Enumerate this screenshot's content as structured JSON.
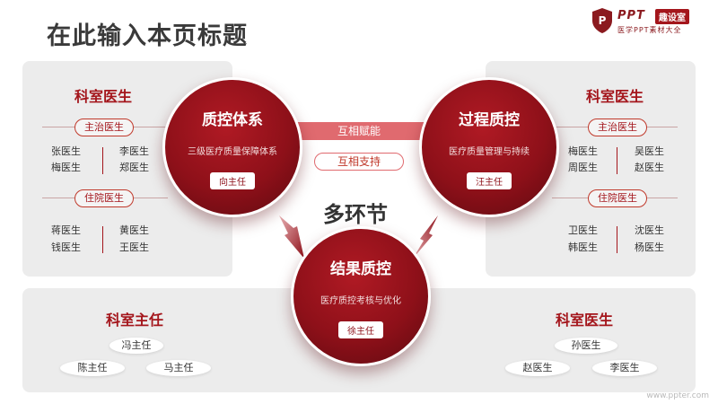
{
  "page_title": "在此输入本页标题",
  "logo": {
    "brand": "PPT",
    "tag": "趣设室",
    "subtitle": "医学PPT素材大全",
    "shield_letter": "P"
  },
  "center_label": "多环节",
  "links": {
    "mutual_empower": "互相赋能",
    "mutual_support": "互相支持"
  },
  "circles": {
    "quality_system": {
      "title": "质控体系",
      "desc": "三级医疗质量保障体系",
      "owner": "向主任"
    },
    "process_control": {
      "title": "过程质控",
      "desc": "医疗质量管理与持续",
      "owner": "汪主任"
    },
    "result_control": {
      "title": "结果质控",
      "desc": "医疗质控考核与优化",
      "owner": "徐主任"
    }
  },
  "left_panel": {
    "title": "科室医生",
    "group1": {
      "label": "主治医生",
      "col1": [
        "张医生",
        "梅医生"
      ],
      "col2": [
        "李医生",
        "郑医生"
      ]
    },
    "group2": {
      "label": "住院医生",
      "col1": [
        "蒋医生",
        "钱医生"
      ],
      "col2": [
        "黄医生",
        "王医生"
      ]
    }
  },
  "right_panel": {
    "title": "科室医生",
    "group1": {
      "label": "主治医生",
      "col1": [
        "梅医生",
        "周医生"
      ],
      "col2": [
        "吴医生",
        "赵医生"
      ]
    },
    "group2": {
      "label": "住院医生",
      "col1": [
        "卫医生",
        "韩医生"
      ],
      "col2": [
        "沈医生",
        "杨医生"
      ]
    }
  },
  "bottom_left": {
    "title": "科室主任",
    "top": "冯主任",
    "left": "陈主任",
    "right": "马主任"
  },
  "bottom_right": {
    "title": "科室医生",
    "top": "孙医生",
    "left": "赵医生",
    "right": "李医生"
  },
  "watermark": "www.ppter.com",
  "colors": {
    "accent": "#a4161c",
    "accent_dark": "#5e0a10",
    "light_red": "#e06a6f",
    "panel": "#ececec"
  }
}
